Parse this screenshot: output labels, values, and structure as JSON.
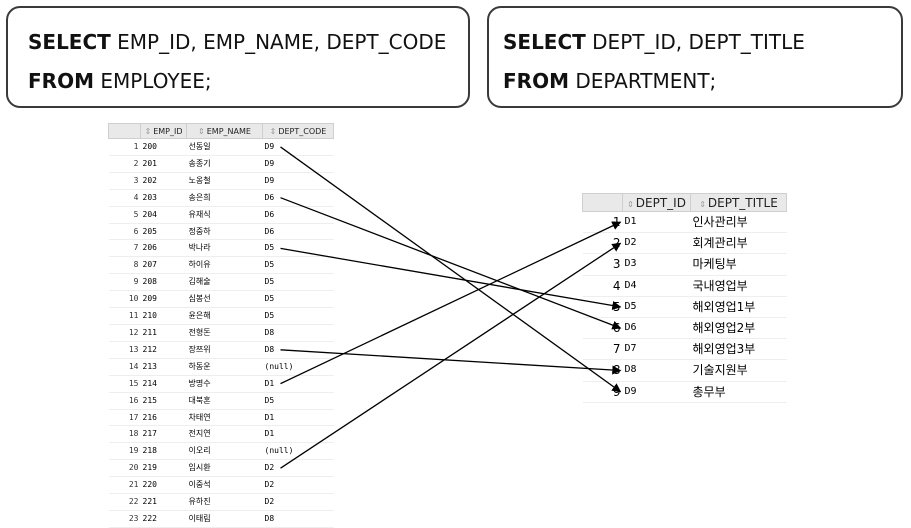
{
  "queries": [
    {
      "select_kw": "SELECT",
      "select_cols": " EMP_ID, EMP_NAME, DEPT_CODE",
      "from_kw": "FROM",
      "from_table": " EMPLOYEE;"
    },
    {
      "select_kw": "SELECT",
      "select_cols": " DEPT_ID, DEPT_TITLE",
      "from_kw": "FROM",
      "from_table": " DEPARTMENT;"
    }
  ],
  "employee": {
    "headers": [
      "",
      "EMP_ID",
      "EMP_NAME",
      "DEPT_CODE"
    ],
    "rows": [
      [
        "1",
        "200",
        "선동일",
        "D9"
      ],
      [
        "2",
        "201",
        "송종기",
        "D9"
      ],
      [
        "3",
        "202",
        "노옹철",
        "D9"
      ],
      [
        "4",
        "203",
        "송은희",
        "D6"
      ],
      [
        "5",
        "204",
        "유재식",
        "D6"
      ],
      [
        "6",
        "205",
        "정중하",
        "D6"
      ],
      [
        "7",
        "206",
        "박나라",
        "D5"
      ],
      [
        "8",
        "207",
        "하이유",
        "D5"
      ],
      [
        "9",
        "208",
        "김해술",
        "D5"
      ],
      [
        "10",
        "209",
        "심봉선",
        "D5"
      ],
      [
        "11",
        "210",
        "윤은해",
        "D5"
      ],
      [
        "12",
        "211",
        "전형돈",
        "D8"
      ],
      [
        "13",
        "212",
        "장쯔위",
        "D8"
      ],
      [
        "14",
        "213",
        "하동운",
        "(null)"
      ],
      [
        "15",
        "214",
        "방명수",
        "D1"
      ],
      [
        "16",
        "215",
        "대북혼",
        "D5"
      ],
      [
        "17",
        "216",
        "차태연",
        "D1"
      ],
      [
        "18",
        "217",
        "전지연",
        "D1"
      ],
      [
        "19",
        "218",
        "이오리",
        "(null)"
      ],
      [
        "20",
        "219",
        "임시환",
        "D2"
      ],
      [
        "21",
        "220",
        "이중석",
        "D2"
      ],
      [
        "22",
        "221",
        "유하진",
        "D2"
      ],
      [
        "23",
        "222",
        "이태림",
        "D8"
      ]
    ]
  },
  "department": {
    "headers": [
      "",
      "DEPT_ID",
      "DEPT_TITLE"
    ],
    "rows": [
      [
        "1",
        "D1",
        "인사관리부"
      ],
      [
        "2",
        "D2",
        "회계관리부"
      ],
      [
        "3",
        "D3",
        "마케팅부"
      ],
      [
        "4",
        "D4",
        "국내영업부"
      ],
      [
        "5",
        "D5",
        "해외영업1부"
      ],
      [
        "6",
        "D6",
        "해외영업2부"
      ],
      [
        "7",
        "D7",
        "해외영업3부"
      ],
      [
        "8",
        "D8",
        "기술지원부"
      ],
      [
        "9",
        "D9",
        "총무부"
      ]
    ]
  },
  "links": [
    [
      1,
      9
    ],
    [
      4,
      6
    ],
    [
      7,
      5
    ],
    [
      13,
      8
    ],
    [
      15,
      1
    ],
    [
      20,
      2
    ]
  ]
}
